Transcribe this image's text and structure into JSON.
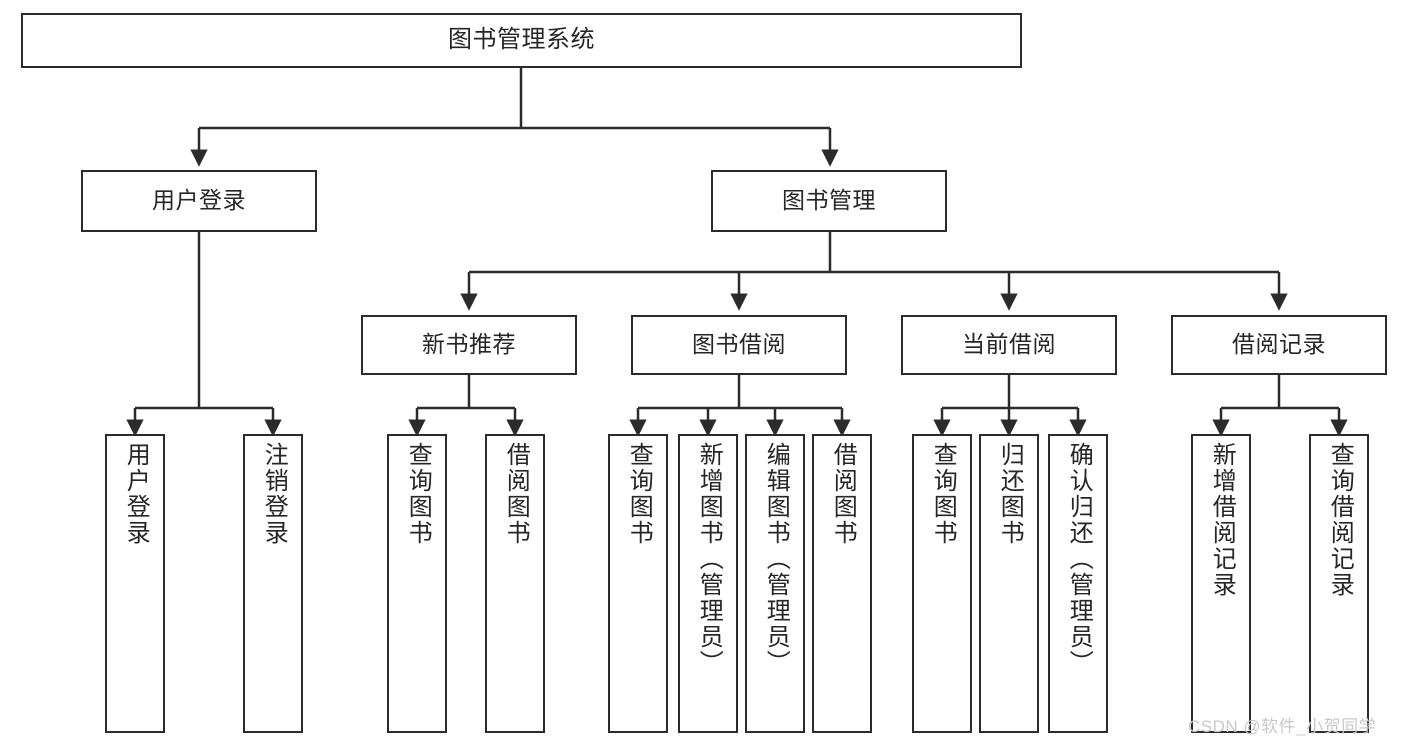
{
  "diagram": {
    "title": "图书管理系统",
    "type": "hierarchy-tree",
    "root": {
      "id": "root",
      "label": "图书管理系统"
    },
    "tier2": [
      {
        "id": "user-login",
        "label": "用户登录"
      },
      {
        "id": "book-management",
        "label": "图书管理"
      }
    ],
    "tier3": [
      {
        "id": "new-book-recommend",
        "label": "新书推荐",
        "parent": "book-management"
      },
      {
        "id": "book-borrow",
        "label": "图书借阅",
        "parent": "book-management"
      },
      {
        "id": "current-borrow",
        "label": "当前借阅",
        "parent": "book-management"
      },
      {
        "id": "borrow-record",
        "label": "借阅记录",
        "parent": "book-management"
      }
    ],
    "leaves": [
      {
        "id": "leaf-user-login",
        "label": "用户登录",
        "parent": "user-login"
      },
      {
        "id": "leaf-logout-login",
        "label": "注销登录",
        "parent": "user-login"
      },
      {
        "id": "leaf-query-book-1",
        "label": "查询图书",
        "parent": "new-book-recommend"
      },
      {
        "id": "leaf-borrow-book-1",
        "label": "借阅图书",
        "parent": "new-book-recommend"
      },
      {
        "id": "leaf-query-book-2",
        "label": "查询图书",
        "parent": "book-borrow"
      },
      {
        "id": "leaf-add-book",
        "label": "新增图书（管理员）",
        "parent": "book-borrow"
      },
      {
        "id": "leaf-edit-book",
        "label": "编辑图书（管理员）",
        "parent": "book-borrow"
      },
      {
        "id": "leaf-borrow-book-2",
        "label": "借阅图书",
        "parent": "book-borrow"
      },
      {
        "id": "leaf-query-book-3",
        "label": "查询图书",
        "parent": "current-borrow"
      },
      {
        "id": "leaf-return-book",
        "label": "归还图书",
        "parent": "current-borrow"
      },
      {
        "id": "leaf-confirm-return",
        "label": "确认归还（管理员）",
        "parent": "current-borrow"
      },
      {
        "id": "leaf-add-record",
        "label": "新增借阅记录",
        "parent": "borrow-record"
      },
      {
        "id": "leaf-query-record",
        "label": "查询借阅记录",
        "parent": "borrow-record"
      }
    ]
  },
  "watermark": {
    "text": "CSDN @软件_小贺同学"
  },
  "colors": {
    "stroke": "#2b2b2b",
    "background": "#ffffff",
    "text": "#262626",
    "watermark": "#c9c9c9"
  }
}
